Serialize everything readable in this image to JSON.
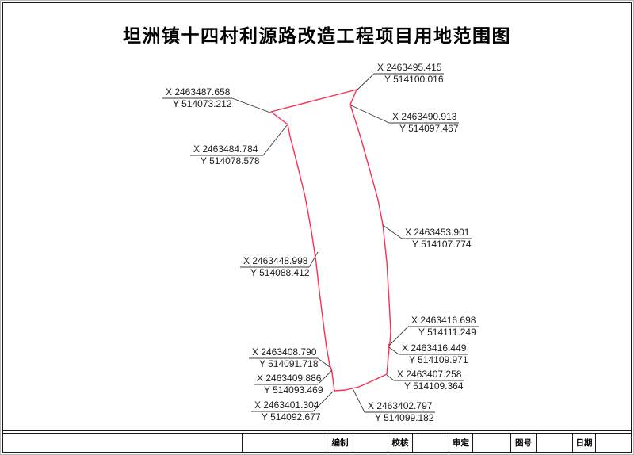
{
  "sheet": {
    "title": "坦洲镇十四村利源路改造工程项目用地范围图"
  },
  "colors": {
    "boundary": "#ff2d50",
    "leader": "#3a3a3a",
    "frame": "#1a1a1a"
  },
  "points": [
    {
      "x": "X 2463495.415",
      "y": "Y 514100.016"
    },
    {
      "x": "X 2463487.658",
      "y": "Y 514073.212"
    },
    {
      "x": "X 2463490.913",
      "y": "Y 514097.467"
    },
    {
      "x": "X 2463484.784",
      "y": "Y 514078.578"
    },
    {
      "x": "X 2463453.901",
      "y": "Y 514107.774"
    },
    {
      "x": "X 2463448.998",
      "y": "Y 514088.412"
    },
    {
      "x": "X 2463416.698",
      "y": "Y 514111.249"
    },
    {
      "x": "X 2463416.449",
      "y": "Y 514109.971"
    },
    {
      "x": "X 2463408.790",
      "y": "Y 514091.718"
    },
    {
      "x": "X 2463409.886",
      "y": "Y 514093.469"
    },
    {
      "x": "X 2463407.258",
      "y": "Y 514109.364"
    },
    {
      "x": "X 2463401.304",
      "y": "Y 514092.677"
    },
    {
      "x": "X 2463402.797",
      "y": "Y 514099.182"
    }
  ],
  "titleblock": {
    "fields": [
      "编制",
      "校核",
      "审定",
      "图号",
      "日期"
    ]
  }
}
